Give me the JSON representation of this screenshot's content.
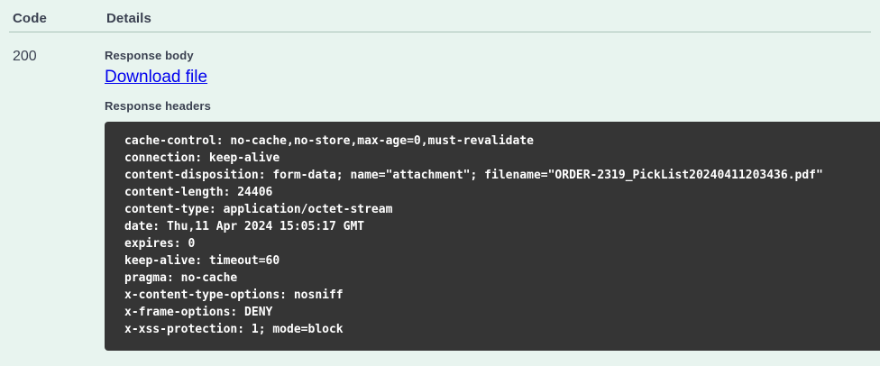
{
  "table": {
    "columns": {
      "code": "Code",
      "details": "Details"
    },
    "row": {
      "code": "200",
      "response_body_label": "Response body",
      "download_link_label": "Download file",
      "response_headers_label": "Response headers",
      "response_headers": [
        "cache-control: no-cache,no-store,max-age=0,must-revalidate",
        "connection: keep-alive",
        "content-disposition: form-data; name=\"attachment\"; filename=\"ORDER-2319_PickList20240411203436.pdf\"",
        "content-length: 24406",
        "content-type: application/octet-stream",
        "date: Thu,11 Apr 2024 15:05:17 GMT",
        "expires: 0",
        "keep-alive: timeout=60",
        "pragma: no-cache",
        "x-content-type-options: nosniff",
        "x-frame-options: DENY",
        "x-xss-protection: 1; mode=block"
      ]
    }
  },
  "colors": {
    "page_background": "#e8f4ef",
    "text": "#3b4151",
    "link": "#0000ee",
    "headers_block_background": "#353535",
    "headers_block_text": "#ffffff",
    "divider": "#a9c3b8"
  }
}
